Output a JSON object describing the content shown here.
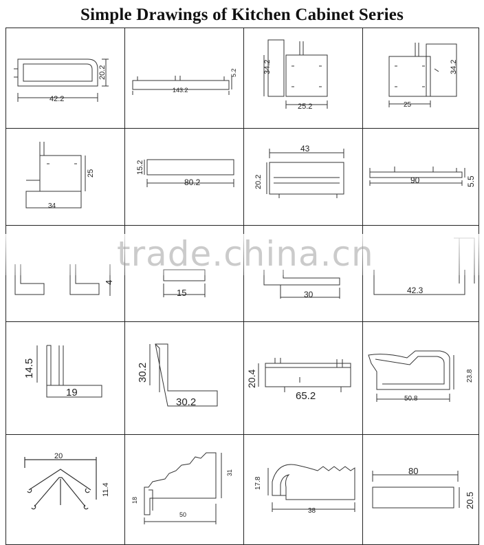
{
  "title": "Simple Drawings of Kitchen Cabinet Series",
  "watermark": "trade.china.cn",
  "cells": [
    {
      "row": 1,
      "col": 1,
      "dims": [
        "42.2",
        "20.2"
      ]
    },
    {
      "row": 1,
      "col": 2,
      "dims": [
        "143.2",
        "5.2"
      ]
    },
    {
      "row": 1,
      "col": 3,
      "dims": [
        "34.2",
        "25.2"
      ]
    },
    {
      "row": 1,
      "col": 4,
      "dims": [
        "34.2",
        "25"
      ]
    },
    {
      "row": 2,
      "col": 1,
      "dims": [
        "25",
        "34"
      ]
    },
    {
      "row": 2,
      "col": 2,
      "dims": [
        "15.2",
        "80.2"
      ]
    },
    {
      "row": 2,
      "col": 3,
      "dims": [
        "43",
        "20.2"
      ]
    },
    {
      "row": 2,
      "col": 4,
      "dims": [
        "90",
        "5.5"
      ]
    },
    {
      "row": 3,
      "col": 1,
      "dims": [
        "4"
      ]
    },
    {
      "row": 3,
      "col": 2,
      "dims": [
        "15"
      ]
    },
    {
      "row": 3,
      "col": 3,
      "dims": [
        "30"
      ]
    },
    {
      "row": 3,
      "col": 4,
      "dims": [
        "42.3"
      ]
    },
    {
      "row": 4,
      "col": 1,
      "dims": [
        "14.5",
        "19"
      ]
    },
    {
      "row": 4,
      "col": 2,
      "dims": [
        "30.2",
        "30.2"
      ]
    },
    {
      "row": 4,
      "col": 3,
      "dims": [
        "20.4",
        "65.2"
      ]
    },
    {
      "row": 4,
      "col": 4,
      "dims": [
        "23.8",
        "50.8"
      ]
    },
    {
      "row": 5,
      "col": 1,
      "dims": [
        "20",
        "11.4"
      ]
    },
    {
      "row": 5,
      "col": 2,
      "dims": [
        "31",
        "18",
        "50"
      ]
    },
    {
      "row": 5,
      "col": 3,
      "dims": [
        "17.8",
        "38"
      ]
    },
    {
      "row": 5,
      "col": 4,
      "dims": [
        "80",
        "20.5"
      ]
    }
  ]
}
